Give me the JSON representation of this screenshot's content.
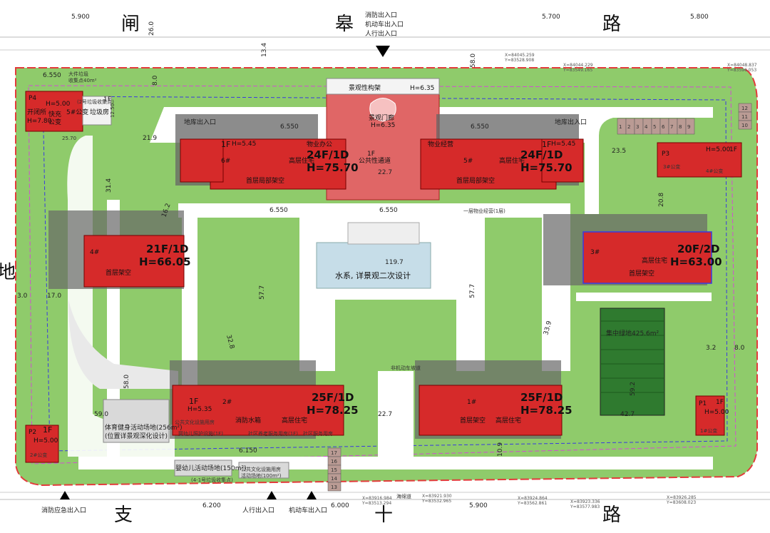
{
  "roads": {
    "north": [
      "闸",
      "皋",
      "路"
    ],
    "south": [
      "支",
      "十",
      "路"
    ],
    "west": "地"
  },
  "entrances": {
    "north": [
      "消防出入口",
      "机动车出入口",
      "人行出入口"
    ],
    "south_fire": "消防应急出入口",
    "south_ped": "人行出入口",
    "south_car": "机动车出入口",
    "garage_west": "地库出入口",
    "garage_east": "地库出入口",
    "non_motor": "非机动车坡道"
  },
  "buildings": {
    "b6": {
      "no": "6#",
      "floors": "24F/1D",
      "height": "H=75.70",
      "type": "高层住宅",
      "base": "首层局部架空",
      "office": "物业办公",
      "top": "H=5.45",
      "f1": "1F"
    },
    "b5": {
      "no": "5#",
      "floors": "24F/1D",
      "height": "H=75.70",
      "type": "高层住宅",
      "base": "首层局部架空",
      "office": "物业经营",
      "top": "H=5.45",
      "f1": "1F"
    },
    "b4": {
      "no": "4#",
      "floors": "21F/1D",
      "height": "H=66.05",
      "base": "首层架空"
    },
    "b3": {
      "no": "3#",
      "floors": "20F/2D",
      "height": "H=63.00",
      "type": "高层住宅",
      "base": "首层架空"
    },
    "b2": {
      "no": "2#",
      "floors": "25F/1D",
      "height": "H=78.25",
      "type": "高层住宅",
      "extra": "消防水箱",
      "f1": "1F",
      "top": "H=5.35",
      "public": "公共文化设施用房",
      "infant": "婴幼儿照护设施(1F)",
      "service": "社区养老服务用房(1F)",
      "grid": "社区服务用房"
    },
    "b1": {
      "no": "1#",
      "floors": "25F/1D",
      "height": "H=78.25",
      "type": "高层住宅",
      "base": "首层架空"
    }
  },
  "center": {
    "gate_f": "1F",
    "corridor": "公共性通道",
    "gate": "景观门廊",
    "gate_h": "H=6.35",
    "landscape": "景观性构架",
    "landscape_h": "H=6.35",
    "water": "水系, 详景观二次设计",
    "water_dim": "119.7",
    "dim_227": "22.7"
  },
  "utilities": {
    "p4": {
      "no": "P4",
      "f": "1F",
      "h": "H=5.00",
      "extra1": "开闭所",
      "extra2": "H=7.80",
      "fast": "快充",
      "fast2": "公变",
      "sub": "5#公变",
      "trash": "垃圾房",
      "trash_note": "大件垃圾",
      "trash_note2": "收集点40m²"
    },
    "p3": {
      "no": "P3",
      "h": "H=5.00",
      "f": "1F",
      "sub1": "3#公变",
      "sub2": "4#公变"
    },
    "p2": {
      "no": "P2",
      "f": "1F",
      "h": "H=5.00",
      "sub": "2#公变"
    },
    "p1": {
      "no": "P1",
      "f": "1F",
      "h": "H=5.00",
      "sub": "1#公变"
    }
  },
  "areas": {
    "green": "集中绿地425.6m²",
    "sport1": "体育健身活动场地(256m²)",
    "sport2": "(位置详景观深化设计)",
    "infant_play": "婴幼儿活动场地(150m²)",
    "public_act1": "公共文化设施用房",
    "public_act2": "活动场地(100m²)"
  },
  "dims": {
    "d26": "26.0",
    "d13": "13.4",
    "d8a": "8.0",
    "d58": "58.0",
    "d21": "21.9",
    "d31": "31.4",
    "d16": "16.2",
    "d17": "17.0",
    "d3": "3.0",
    "d577a": "57.7",
    "d577b": "57.7",
    "d328": "32.8",
    "d339": "33.9",
    "d235": "23.5",
    "d208": "20.8",
    "d32": "3.2",
    "d80": "8.0",
    "d592": "59.2",
    "d427": "42.7",
    "d590": "59.0",
    "d580": "58.0",
    "d109": "10.9",
    "d227b": "22.7",
    "d2570": "25.70",
    "d1250": "12.50",
    "e6550a": "6.550",
    "e6550b": "6.550",
    "e6550c": "6.550",
    "e6550d": "6.550",
    "e6550e": "6.550",
    "e6150": "6.150",
    "e6200": "6.200",
    "e6000": "6.000",
    "e5900": "5.900",
    "e5700": "5.700",
    "e5800": "5.800",
    "e5900b": "5.900"
  },
  "parking_nums": [
    "1",
    "2",
    "3",
    "4",
    "5",
    "6",
    "7",
    "8",
    "9"
  ],
  "parking_nums_right": [
    "12",
    "11",
    "10"
  ],
  "parking_nums_south": [
    "17",
    "16",
    "15",
    "14",
    "13"
  ],
  "coords": {
    "c1": "X=84045.259",
    "c2": "Y=83528.908",
    "c3": "X=84044.229",
    "c4": "Y=83549.165",
    "c5": "X=84048.837",
    "c6": "Y=83596.053",
    "c7": "X=83916.984",
    "c8": "Y=83513.294",
    "c9": "X=83921.930",
    "c10": "Y=83532.965",
    "c11": "X=83924.864",
    "c12": "Y=83562.861",
    "c13": "X=83923.336",
    "c14": "Y=83577.983",
    "c15": "X=83926.285",
    "c16": "Y=83608.023"
  },
  "notes": {
    "n1": "(4-1号垃圾收集点)",
    "n2": "(2号垃圾收集点)",
    "n3": "一层物业经营(1层)",
    "n4": "2#公变",
    "n5": "海绵道"
  }
}
